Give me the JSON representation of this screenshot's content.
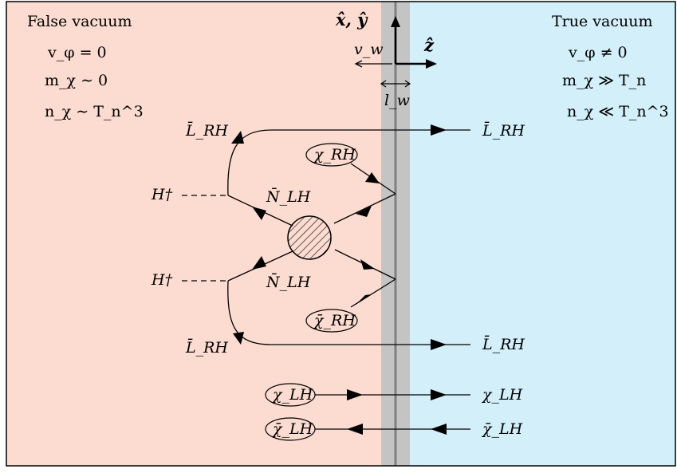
{
  "colors": {
    "false_vacuum_bg": "#fcdcd1",
    "true_vacuum_bg": "#d3effa",
    "wall_band": "#c4c4c4",
    "wall_line": "#808080",
    "lines": "#000000"
  },
  "regions": {
    "false_vacuum": {
      "title": "False vacuum",
      "eq1": "v_φ = 0",
      "eq2": "m_χ ∼ 0",
      "eq3": "n_χ ∼ T_n^3"
    },
    "true_vacuum": {
      "title": "True vacuum",
      "eq1": "v_φ ≠ 0",
      "eq2": "m_χ ≫ T_n",
      "eq3": "n_χ ≪ T_n^3"
    }
  },
  "axes": {
    "xy_label": "x̂, ŷ",
    "z_label": "ẑ",
    "wall_velocity": "v_w",
    "wall_width": "l_w"
  },
  "particles": {
    "L_RH": "L̄_RH",
    "N_LH": "N̄_LH",
    "H_dagger": "H†",
    "chi_RH": "χ_RH",
    "chibar_RH": "χ̄_RH",
    "chi_LH": "χ_LH",
    "chibar_LH": "χ̄_LH"
  }
}
